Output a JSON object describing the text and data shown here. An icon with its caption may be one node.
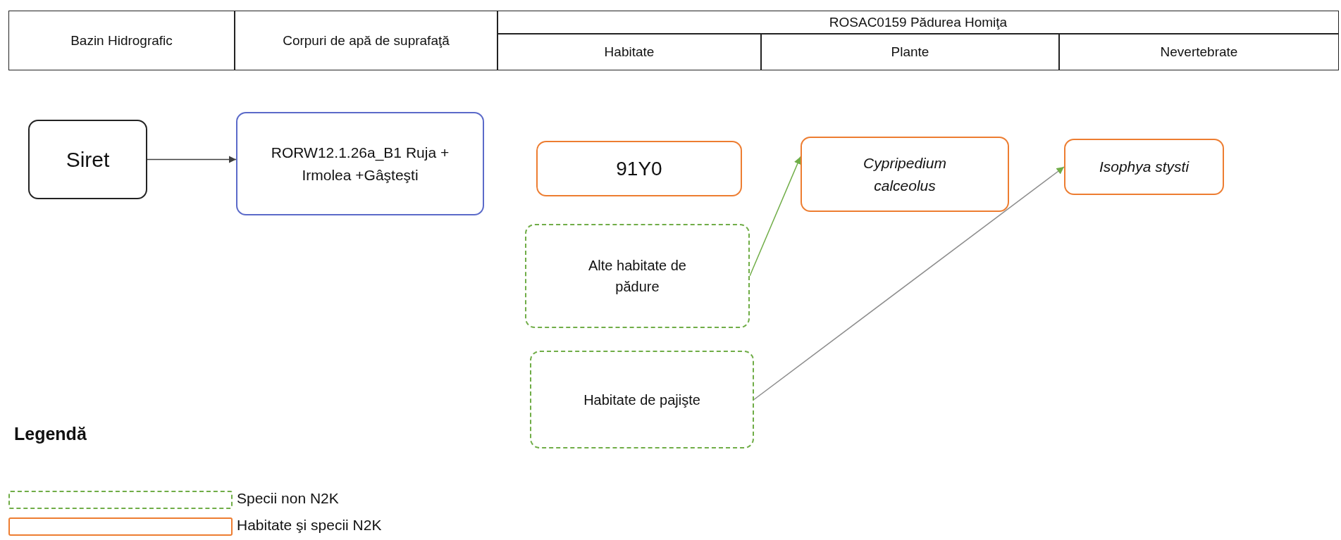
{
  "diagram": {
    "nodes": [
      {
        "text": [
          "Siret"
        ]
      },
      {
        "text": [
          "RORW12.1.26a_B1 Ruja + Irmolea +Gâşteşti"
        ]
      },
      {
        "text": [
          "91Y0"
        ]
      },
      {
        "text": [
          "Cypripedium calceolus"
        ]
      },
      {
        "text": [
          "Isophya stysti"
        ]
      },
      {
        "text": [
          "Alte habitate de pădure"
        ]
      },
      {
        "text": [
          "Habitate de pajişte"
        ]
      }
    ],
    "edges": [
      {
        "from": 0,
        "to": 1,
        "arrow": "to"
      },
      {
        "from": 5,
        "to": 3,
        "arrow": "to",
        "color": "#70ad47"
      },
      {
        "from": 6,
        "to": 4,
        "arrow": "to",
        "color": "#8c8c8c"
      }
    ],
    "labels": [
      "Bazin Hidrografic",
      "Corpuri de apă de suprafaţă",
      "ROSAC0159 Pădurea Homiţa",
      "Habitate",
      "Plante",
      "Nevertebrate",
      "Legendă"
    ],
    "legend": [
      {
        "text": "Specii non N2K",
        "color": "#70ad47"
      },
      {
        "text": "Habitate şi specii N2K",
        "color": "#ed7d31"
      }
    ]
  }
}
